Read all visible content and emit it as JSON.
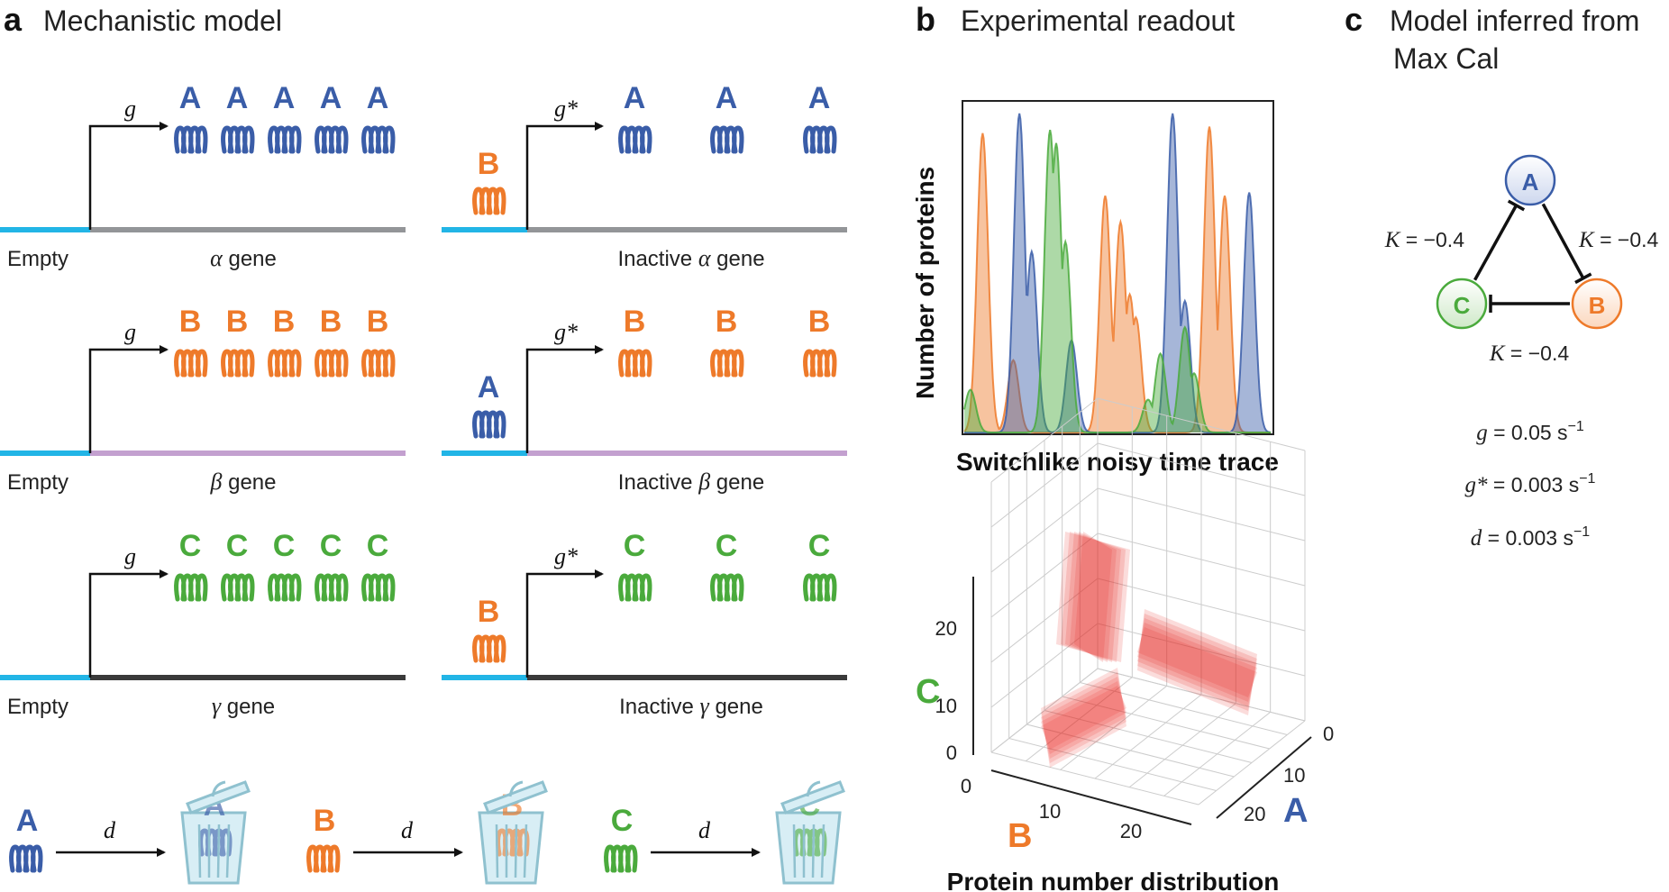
{
  "colors": {
    "A": "#3a5da8",
    "B": "#ee7a2a",
    "C": "#4aaa3c",
    "promoter": "#22b5e6",
    "alpha_gene": "#939598",
    "beta_gene": "#c3a0cf",
    "gamma_gene": "#3a3a3a"
  },
  "panel_a": {
    "letter": "a",
    "title": "Mechanistic model",
    "rows": [
      {
        "active_rate": "g",
        "inactive_rate": "g*",
        "protein": "A",
        "repressor": "B",
        "gene_symbol": "α",
        "gene_word": "gene",
        "empty_label": "Empty",
        "inactive_word": "Inactive",
        "color_key": "A",
        "gene_color_key": "alpha_gene"
      },
      {
        "active_rate": "g",
        "inactive_rate": "g*",
        "protein": "B",
        "repressor": "A",
        "gene_symbol": "β",
        "gene_word": "gene",
        "empty_label": "Empty",
        "inactive_word": "Inactive",
        "color_key": "B",
        "gene_color_key": "beta_gene"
      },
      {
        "active_rate": "g",
        "inactive_rate": "g*",
        "protein": "C",
        "repressor": "B",
        "gene_symbol": "γ",
        "gene_word": "gene",
        "empty_label": "Empty",
        "inactive_word": "Inactive",
        "color_key": "C",
        "gene_color_key": "gamma_gene"
      }
    ],
    "degradation": [
      {
        "protein": "A",
        "rate": "d"
      },
      {
        "protein": "B",
        "rate": "d"
      },
      {
        "protein": "C",
        "rate": "d"
      }
    ],
    "icons": [
      "protein-coil-icon",
      "promoter-arrow-icon",
      "trash-can-icon"
    ]
  },
  "panel_b": {
    "letter": "b",
    "title": "Experimental readout",
    "trace": {
      "ylabel": "Number of proteins",
      "xlabel": "Switchlike noisy time trace",
      "series": [
        {
          "color_key": "B",
          "peaks": [
            [
              0.06,
              0.91
            ],
            [
              0.16,
              0.22
            ],
            [
              0.46,
              0.72
            ],
            [
              0.51,
              0.64
            ],
            [
              0.54,
              0.42
            ],
            [
              0.56,
              0.35
            ],
            [
              0.8,
              0.93
            ],
            [
              0.85,
              0.72
            ]
          ]
        },
        {
          "color_key": "A",
          "peaks": [
            [
              0.18,
              0.97
            ],
            [
              0.22,
              0.55
            ],
            [
              0.35,
              0.28
            ],
            [
              0.68,
              0.97
            ],
            [
              0.72,
              0.4
            ],
            [
              0.93,
              0.73
            ]
          ]
        },
        {
          "color_key": "C",
          "peaks": [
            [
              0.02,
              0.13
            ],
            [
              0.28,
              0.92
            ],
            [
              0.3,
              0.88
            ],
            [
              0.33,
              0.58
            ],
            [
              0.6,
              0.1
            ],
            [
              0.64,
              0.24
            ],
            [
              0.72,
              0.32
            ],
            [
              0.75,
              0.18
            ]
          ]
        }
      ]
    },
    "distribution": {
      "xlabel": "Protein number distribution",
      "axis_A": "A",
      "axis_B": "B",
      "axis_C": "C",
      "ticks_A": [
        "0",
        "10",
        "20"
      ],
      "ticks_B": [
        "0",
        "10",
        "20"
      ],
      "ticks_C": [
        "0",
        "10",
        "20"
      ]
    }
  },
  "panel_c": {
    "letter": "c",
    "title_line1": "Model inferred from",
    "title_line2": "Max Cal",
    "nodes": [
      "A",
      "B",
      "C"
    ],
    "edges": [
      {
        "label_var": "K",
        "label_value": "= −0.4"
      },
      {
        "label_var": "K",
        "label_value": "= −0.4"
      },
      {
        "label_var": "K",
        "label_value": "= −0.4"
      }
    ],
    "params": [
      {
        "var": "g",
        "value": " = 0.05 s",
        "exp": "−1"
      },
      {
        "var": "g*",
        "value": " = 0.003 s",
        "exp": "−1"
      },
      {
        "var": "d",
        "value": " = 0.003 s",
        "exp": "−1"
      }
    ]
  }
}
